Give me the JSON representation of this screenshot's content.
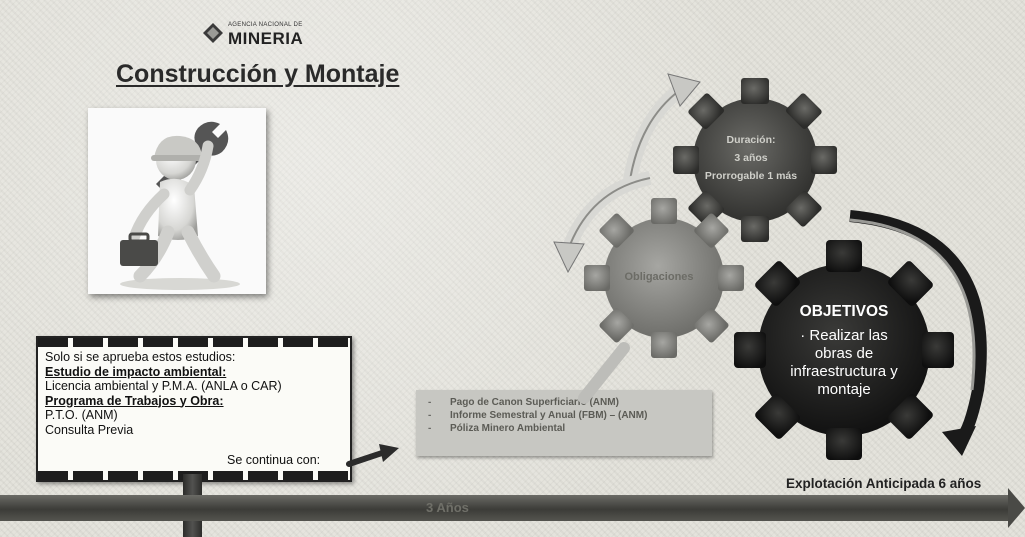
{
  "logo": {
    "agency": "AGENCIA NACIONAL DE",
    "brand": "MINERIA"
  },
  "title": "Construcción y Montaje",
  "infobox": {
    "lines": [
      "Solo si se aprueba estos estudios:",
      "Estudio de impacto ambiental:",
      "Licencia ambiental y P.M.A. (ANLA o CAR)",
      "Programa de Trabajos y Obra:",
      "P.T.O. (ANM)",
      "Consulta Previa"
    ],
    "continue": "Se continua con:"
  },
  "gears": {
    "duration": {
      "title": "Duración:",
      "line1": "3 años",
      "line2": "Prorrogable 1 más"
    },
    "obligations": "Obligaciones",
    "objectives": {
      "title": "OBJETIVOS",
      "line1": "· Realizar las",
      "line2": "obras de",
      "line3": "infraestructura y",
      "line4": "montaje"
    }
  },
  "obligations_list": [
    "Pago de Canon Superficiario (ANM)",
    "Informe Semestral y Anual (FBM) – (ANM)",
    "Póliza Minero Ambiental"
  ],
  "timeline": {
    "bar_label": "3 Años",
    "next_stage": "Explotación Anticipada 6 años"
  },
  "colors": {
    "gear_dark": "#1a1a1a",
    "gear_mid": "#4a4a47",
    "gear_light": "#8c8c88",
    "bar": "#4a4a46"
  }
}
